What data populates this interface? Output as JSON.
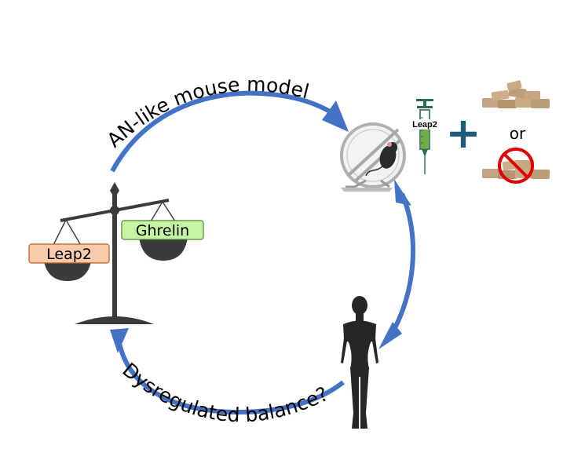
{
  "cycle_labels": {
    "top": "AN-like mouse model",
    "bottom": "Dysregulated balance?"
  },
  "scale": {
    "left_pan_label": "Leap2",
    "right_pan_label": "Ghrelin"
  },
  "treatment": {
    "syringe_label": "Leap2",
    "combiner": "+",
    "choice_word": "or"
  },
  "colors": {
    "arrow": "#4472C4",
    "scale": "#3b3b3b",
    "leap2_fill": "#F8CBAD",
    "leap2_border": "#C55A11",
    "ghrelin_fill": "#C6F5A3",
    "ghrelin_border": "#548235",
    "plus": "#1F5C7A",
    "food": "#C4A484",
    "no_sign": "#E00000"
  }
}
